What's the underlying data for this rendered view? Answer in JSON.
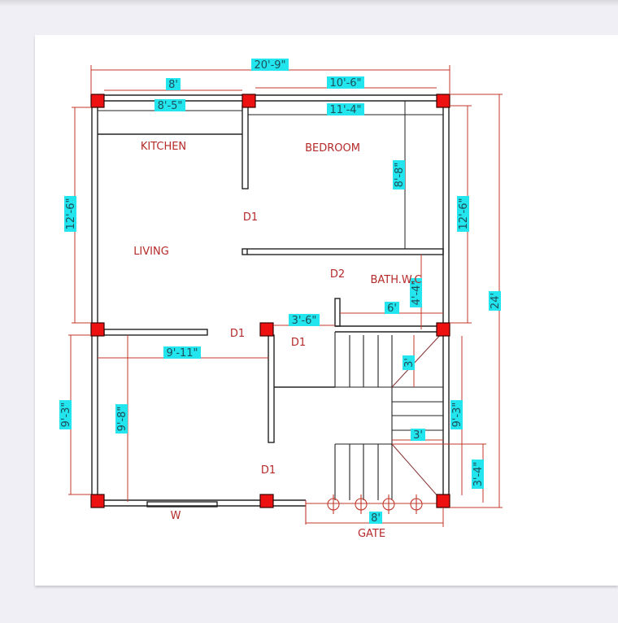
{
  "plan": {
    "rooms": {
      "kitchen": "KITCHEN",
      "bedroom": "BEDROOM",
      "living": "LIVING",
      "bath": "BATH.W.C",
      "gate": "GATE",
      "window": "W"
    },
    "doors": {
      "d1_living_bedroom": "D1",
      "d1_lower_left": "D1",
      "d1_hall": "D1",
      "d1_lower_room": "D1",
      "d2_bath": "D2"
    },
    "dimensions": {
      "overall_width": "20'-9\"",
      "kitchen_outer": "8'",
      "bedroom_outer": "10'-6\"",
      "kitchen_inner": "8'-5\"",
      "bedroom_inner": "11'-4\"",
      "bedroom_depth": "8'-8\"",
      "left_upper": "12'-6\"",
      "right_upper": "12'-6\"",
      "overall_depth": "24'",
      "bath_depth": "4'-4\"",
      "bath_width": "6'",
      "hall_width": "3'-6\"",
      "lower_room_width": "9'-11\"",
      "left_lower_outer": "9'-3\"",
      "left_lower_inner": "9'-8\"",
      "stair_landing_upper": "3'",
      "stair_landing_width": "3'",
      "right_lower": "9'-3\"",
      "stair_lower": "3'-4\"",
      "gate_width": "8'"
    },
    "colors": {
      "column": "#ee1111",
      "dimension_line": "#c0392b",
      "label_text": "#b52a2a",
      "dimension_highlight": "#22e5ee"
    }
  }
}
